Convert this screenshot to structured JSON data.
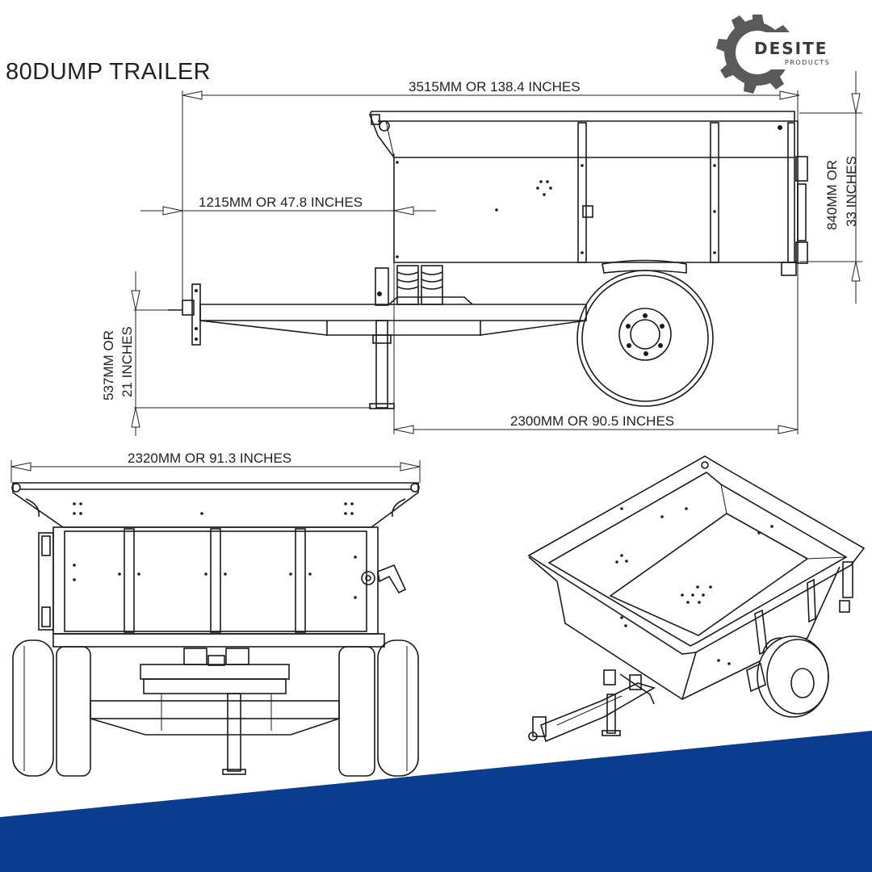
{
  "brand": {
    "name": "DESITE",
    "tagline": "PRODUCTS",
    "banner_color": "#0a3d8f"
  },
  "title": "80DUMP TRAILER",
  "dimensions": {
    "overall_length": "3515MM OR 138.4 INCHES",
    "tongue_length": "1215MM OR 47.8 INCHES",
    "box_height_line1": "840MM OR",
    "box_height_line2": "33 INCHES",
    "hitch_height_line1": "537MM OR",
    "hitch_height_line2": "21 INCHES",
    "box_length": "2300MM OR 90.5 INCHES",
    "overall_width": "2320MM OR 91.3 INCHES"
  },
  "views": {
    "side": "side-view",
    "rear": "rear-view",
    "isometric": "isometric-view"
  }
}
